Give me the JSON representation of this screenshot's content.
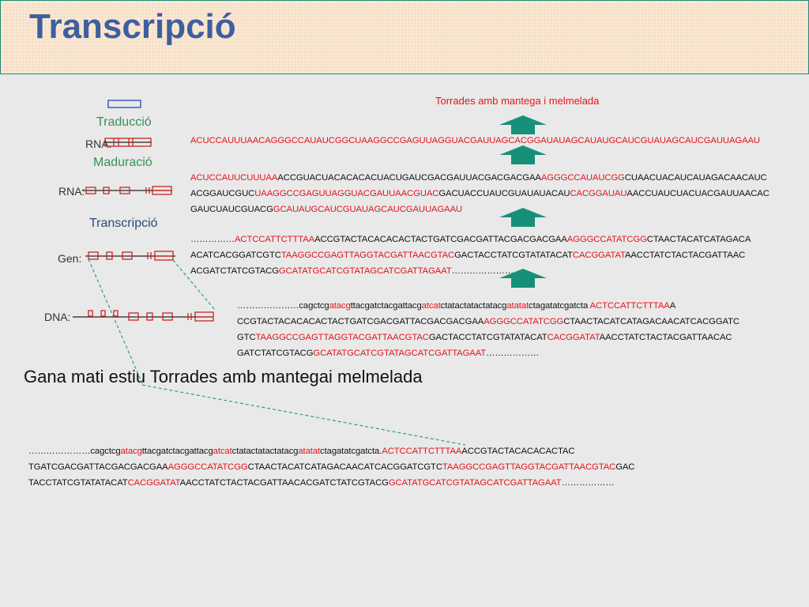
{
  "title": "Transcripció",
  "labels": {
    "traduccio": "Traducció",
    "maduracio": "Maduració",
    "transcripcio": "Transcripció",
    "rna_mature": "RNA:",
    "rna_pre": "RNA:",
    "gen": "Gen:",
    "dna": "DNA:"
  },
  "product_header": "Torrades amb mantega i melmelada",
  "mature_rna_line": [
    {
      "t": "ACUCCAUUUAACAGGGCCAUAUCGGCUAAGGCCGAGUUAGGUACGAUUAGCACGGAUAUAGCAUAUGCAUCGUAUAGCAUCGAUUAGAAU",
      "r": true
    }
  ],
  "pre_rna_lines": [
    [
      {
        "t": "ACUCCAUUCUUUAA",
        "r": true
      },
      {
        "t": "ACCGUACUACACACACUACUGAUCGACGAUUACGACGACGAA",
        "r": false
      },
      {
        "t": "AGGGCCAUAUCGG",
        "r": true
      },
      {
        "t": "CUAACUACAUCAUAGACAACAUC",
        "r": false
      }
    ],
    [
      {
        "t": "ACGGAUCGUC",
        "r": false
      },
      {
        "t": "UAAGGCCGAGUUAGGUACGAUUAACGUAC",
        "r": true
      },
      {
        "t": "GACUACCUAUCGUAUAUACAU",
        "r": false
      },
      {
        "t": "CACGGAUAU",
        "r": true
      },
      {
        "t": "AACCUAUCUACUACGAUUAACAC",
        "r": false
      }
    ],
    [
      {
        "t": "GAUCUAUCGUACG",
        "r": false
      },
      {
        "t": "GCAUAUGCAUCGUAUAGCAUCGAUUAGAAU",
        "r": true
      }
    ]
  ],
  "gene_lines": [
    [
      {
        "t": "……………",
        "r": false
      },
      {
        "t": "ACTCCATTCTTTAA",
        "r": true
      },
      {
        "t": "ACCGTACTACACACACTACTGATCGACGATTACGACGACGAA",
        "r": false
      },
      {
        "t": "AGGGCCATATCGG",
        "r": true
      },
      {
        "t": "CTAACTACATCATAGACA",
        "r": false
      }
    ],
    [
      {
        "t": "ACATCACGGATCGTC",
        "r": false
      },
      {
        "t": "TAAGGCCGAGTTAGGTACGATTAACGTAC",
        "r": true
      },
      {
        "t": "GACTACCTATCGTATATACAT",
        "r": false
      },
      {
        "t": "CACGGATAT",
        "r": true
      },
      {
        "t": "AACCTATCTACTACGATTAAC",
        "r": false
      }
    ],
    [
      {
        "t": "ACGATCTATCGTACG",
        "r": false
      },
      {
        "t": "GCATATGCATCGTATAGCATCGATTAGAAT",
        "r": true
      },
      {
        "t": "……………………",
        "r": false
      }
    ]
  ],
  "dna_lines": [
    [
      {
        "t": "…………………cagctcg",
        "r": false
      },
      {
        "t": "atacg",
        "r": true
      },
      {
        "t": "ttacgatctacgattacg",
        "r": false
      },
      {
        "t": "atcat",
        "r": true
      },
      {
        "t": "ctatactatactatacg",
        "r": false
      },
      {
        "t": "atatat",
        "r": true
      },
      {
        "t": "ctagatatcgatcta ",
        "r": false
      },
      {
        "t": "ACTCCATTCTTTAA",
        "r": true
      },
      {
        "t": "A",
        "r": false
      }
    ],
    [
      {
        "t": "CCGTACTACACACACTACTGATCGACGATTACGACGACGAA",
        "r": false
      },
      {
        "t": "AGGGCCATATCGG",
        "r": true
      },
      {
        "t": "CTAACTACATCATAGACAACATCACGGATC",
        "r": false
      }
    ],
    [
      {
        "t": "GTC",
        "r": false
      },
      {
        "t": "TAAGGCCGAGTTAGGTACGATTAACGTAC",
        "r": true
      },
      {
        "t": "GACTACCTATCGTATATACAT",
        "r": false
      },
      {
        "t": "CACGGATAT",
        "r": true
      },
      {
        "t": "AACCTATCTACTACGATTAACAC",
        "r": false
      }
    ],
    [
      {
        "t": "GATCTATCGTACG",
        "r": false
      },
      {
        "t": "GCATATGCATCGTATAGCATCGATTAGAAT",
        "r": true
      },
      {
        "t": "………………",
        "r": false
      }
    ]
  ],
  "sentence": "Gana mati estiu  Torrades amb mantegai melmelada",
  "bottom_lines": [
    [
      {
        "t": "…………………cagctcg",
        "r": false
      },
      {
        "t": "atacg",
        "r": true
      },
      {
        "t": "ttacgatctacgattacg",
        "r": false
      },
      {
        "t": "atcat",
        "r": true
      },
      {
        "t": "ctatactatactatacg",
        "r": false
      },
      {
        "t": "atatat",
        "r": true
      },
      {
        "t": "ctagatatcgatcta.",
        "r": false
      },
      {
        "t": "ACTCCATTCTTTAA",
        "r": true
      },
      {
        "t": "ACCGTACTACACACACTAC",
        "r": false
      }
    ],
    [
      {
        "t": "TGATCGACGATTACGACGACGAA",
        "r": false
      },
      {
        "t": "AGGGCCATATCGG",
        "r": true
      },
      {
        "t": "CTAACTACATCATAGACAACATCACGGATCGTC",
        "r": false
      },
      {
        "t": "TAAGGCCGAGTTAGGTACGATTAACGTAC",
        "r": true
      },
      {
        "t": "GAC",
        "r": false
      }
    ],
    [
      {
        "t": "TACCTATCGTATATACAT",
        "r": false
      },
      {
        "t": "CACGGATAT",
        "r": true
      },
      {
        "t": "AACCTATCTACTACGATTAACACGATCTATCGTACG",
        "r": false
      },
      {
        "t": "GCATATGCATCGTATAGCATCGATTAGAAT",
        "r": true
      },
      {
        "t": "………………",
        "r": false
      }
    ]
  ],
  "colors": {
    "highlight_red": "#e3141b",
    "arrow_green": "#17907a",
    "title_blue": "#3d5fa0",
    "dashed_teal": "#2a9a9a"
  }
}
